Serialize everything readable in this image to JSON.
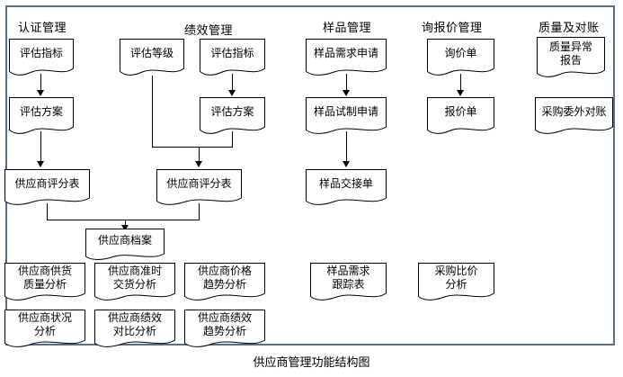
{
  "diagram": {
    "caption": "供应商管理功能结构图",
    "border_color": "#5b6d82",
    "node_fill": "#ffffff",
    "node_stroke": "#000000",
    "columns": [
      {
        "id": "certification",
        "title": "认证管理"
      },
      {
        "id": "performance",
        "title": "绩效管理"
      },
      {
        "id": "sample",
        "title": "样品管理"
      },
      {
        "id": "quotation",
        "title": "询报价管理"
      },
      {
        "id": "quality",
        "title": "质量及对账"
      }
    ],
    "nodes": [
      {
        "id": "n1",
        "label": "评估指标"
      },
      {
        "id": "n2",
        "label": "评估等级"
      },
      {
        "id": "n3",
        "label": "评估指标"
      },
      {
        "id": "n4",
        "label": "样品需求申请"
      },
      {
        "id": "n5",
        "label": "询价单"
      },
      {
        "id": "n6",
        "label": "质量异常\n报告"
      },
      {
        "id": "n7",
        "label": "评估方案"
      },
      {
        "id": "n8",
        "label": "评估方案"
      },
      {
        "id": "n9",
        "label": "样品试制申请"
      },
      {
        "id": "n10",
        "label": "报价单"
      },
      {
        "id": "n11",
        "label": "采购委外对账"
      },
      {
        "id": "n12",
        "label": "供应商评分表"
      },
      {
        "id": "n13",
        "label": "供应商评分表"
      },
      {
        "id": "n14",
        "label": "样品交接单"
      },
      {
        "id": "n15",
        "label": "供应商档案"
      },
      {
        "id": "n16",
        "label": "供应商供货\n质量分析"
      },
      {
        "id": "n17",
        "label": "供应商准时\n交货分析"
      },
      {
        "id": "n18",
        "label": "供应商价格\n趋势分析"
      },
      {
        "id": "n19",
        "label": "样品需求\n跟踪表"
      },
      {
        "id": "n20",
        "label": "采购比价\n分析"
      },
      {
        "id": "n21",
        "label": "供应商状况\n分析"
      },
      {
        "id": "n22",
        "label": "供应商绩效\n对比分析"
      },
      {
        "id": "n23",
        "label": "供应商绩效\n趋势分析"
      }
    ]
  }
}
